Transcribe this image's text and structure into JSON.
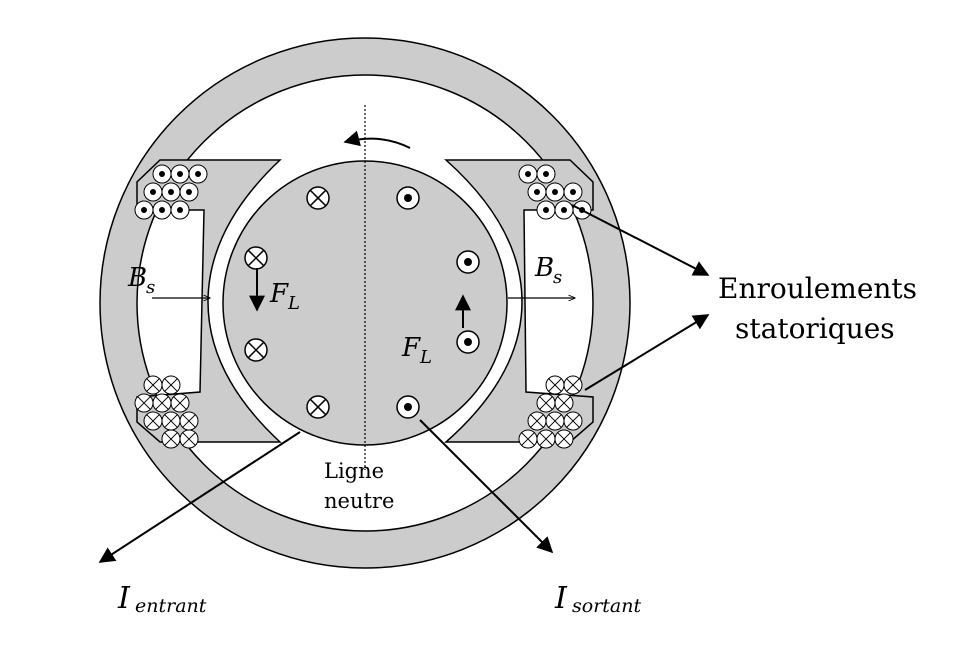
{
  "labels": {
    "stator_windings_line1": "Enroulements",
    "stator_windings_line2": "statoriques",
    "neutral_line1": "Ligne",
    "neutral_line2": "neutre",
    "current_in_main": "I",
    "current_in_sub": "entrant",
    "current_out_main": "I",
    "current_out_sub": "sortant",
    "field_left_main": "B",
    "field_left_sub": "s",
    "field_right_main": "B",
    "field_right_sub": "s",
    "force_left_main": "F",
    "force_left_sub": "L",
    "force_right_main": "F",
    "force_right_sub": "L"
  },
  "colors": {
    "iron": "#cccccc",
    "outline": "#000000",
    "background": "#ffffff"
  }
}
